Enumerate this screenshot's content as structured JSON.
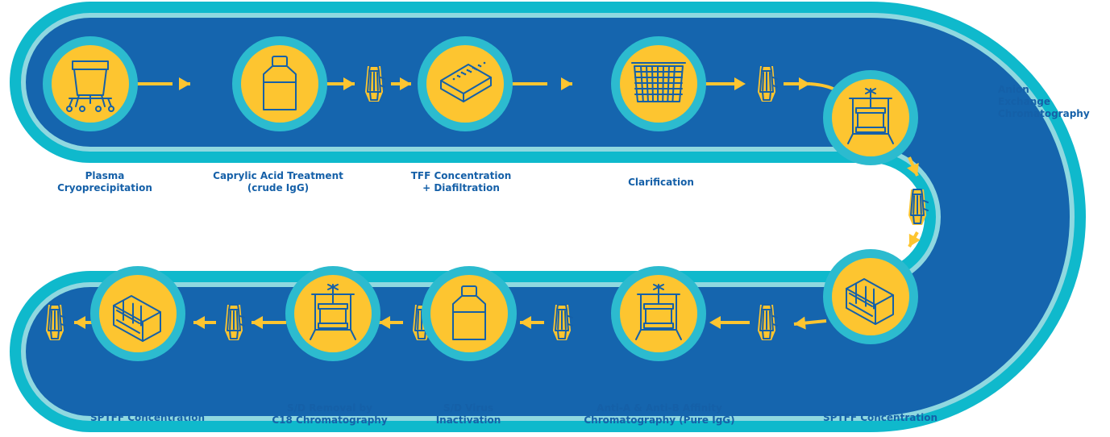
{
  "colors": {
    "track_outer": "#0fb9cc",
    "track_line": "#8fd8e0",
    "track_inner": "#1565ae",
    "station_ring": "#2cbbcf",
    "station_fill": "#fdc530",
    "arrow": "#fdc530",
    "icon_stroke": "#1560a8",
    "label": "#1560a8"
  },
  "stations": [
    {
      "id": "plasma-cryoprecipitation",
      "icon": "bag-cart-icon",
      "lines": [
        "Plasma",
        "Cryoprecipitation"
      ]
    },
    {
      "id": "caprylic-acid-treatment",
      "icon": "bottle-icon",
      "lines": [
        "Caprylic Acid Treatment",
        "(crude IgG)"
      ]
    },
    {
      "id": "tff-concentration-diafiltration",
      "icon": "cassette-icon",
      "lines": [
        "TFF Concentration",
        "+ Diafiltration"
      ]
    },
    {
      "id": "clarification",
      "icon": "filter-basket-icon",
      "lines": [
        "Clarification"
      ]
    },
    {
      "id": "anion-exchange-chromatography",
      "icon": "chromatography-press-icon",
      "lines": [
        "Anion",
        "Exchange",
        "Chromatography"
      ]
    },
    {
      "id": "sptff-concentration-right",
      "icon": "sptff-module-icon",
      "lines": [
        "SPTFF Concentration"
      ]
    },
    {
      "id": "anti-a-anti-b-affinity",
      "icon": "chromatography-press-icon",
      "lines": [
        "Anti-A & Anti-B Affinity",
        "Chromatography (Pure IgG)"
      ]
    },
    {
      "id": "sd-virus-inactivation",
      "icon": "bottle-icon",
      "lines": [
        "S/D Virus",
        "Inactivation"
      ]
    },
    {
      "id": "sd-removal-c18",
      "icon": "chromatography-press-icon",
      "lines": [
        "S/D Removal by",
        "C18 Chromatography"
      ]
    },
    {
      "id": "sptff-concentration-left",
      "icon": "sptff-module-icon",
      "lines": [
        "SPTFF Concentration"
      ]
    }
  ],
  "filters": [
    {
      "id": "filter-1",
      "icon": "capsule-filter-icon"
    },
    {
      "id": "filter-2",
      "icon": "capsule-filter-icon"
    },
    {
      "id": "filter-3",
      "icon": "capsule-filter-icon"
    },
    {
      "id": "filter-4",
      "icon": "capsule-filter-icon"
    },
    {
      "id": "filter-5",
      "icon": "capsule-filter-icon"
    },
    {
      "id": "filter-6",
      "icon": "capsule-filter-icon"
    },
    {
      "id": "filter-7",
      "icon": "capsule-filter-icon"
    },
    {
      "id": "filter-8",
      "icon": "capsule-filter-icon"
    }
  ]
}
